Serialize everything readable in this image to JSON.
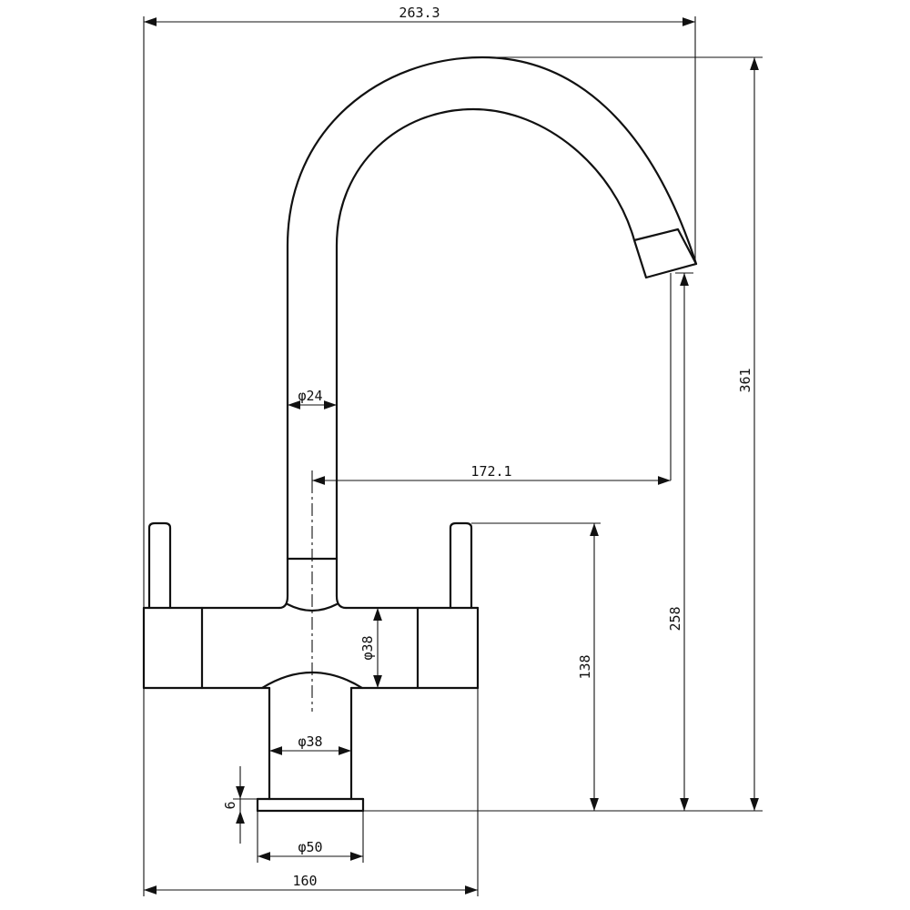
{
  "dimensions": {
    "overall_width": "263.3",
    "overall_height": "361",
    "spout_height": "258",
    "spout_reach": "172.1",
    "handle_height": "138",
    "spout_diameter": "φ24",
    "body_diameter": "φ38",
    "stem_diameter": "φ38",
    "base_diameter": "φ50",
    "base_thickness": "6",
    "body_width": "160"
  }
}
